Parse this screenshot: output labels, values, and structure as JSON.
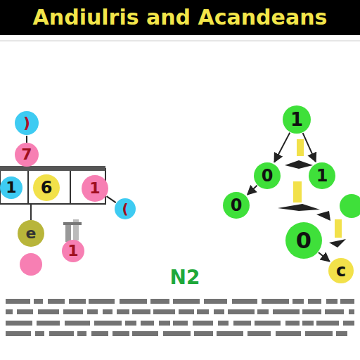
{
  "diagram": {
    "title": "Andiulris and Acandeans",
    "nodes": [
      {
        "text": [
          ")"
        ]
      },
      {
        "text": [
          "1"
        ]
      },
      {
        "text": [
          "7"
        ]
      },
      {
        "text": [
          "0"
        ]
      },
      {
        "text": [
          "1"
        ]
      },
      {
        "text": [
          "1"
        ]
      },
      {
        "text": [
          "6"
        ]
      },
      {
        "text": [
          "1"
        ]
      },
      {
        "text": [
          "0"
        ]
      },
      {
        "text": [
          "("
        ]
      },
      {
        "text": [
          "e"
        ]
      },
      {
        "text": [
          "0"
        ]
      },
      {
        "text": [
          "1"
        ]
      },
      {
        "text": [
          "c"
        ]
      }
    ],
    "edges": [
      {
        "from": 0,
        "to": 2,
        "arrow": "none"
      },
      {
        "from": 7,
        "to": 9,
        "arrow": "none"
      },
      {
        "from": 1,
        "to": 3,
        "arrow": "to"
      },
      {
        "from": 1,
        "to": 4,
        "arrow": "to"
      },
      {
        "from": 3,
        "to": 8,
        "arrow": "to"
      },
      {
        "from": 11,
        "to": 13,
        "arrow": "to"
      }
    ],
    "labels": [
      "N2"
    ]
  }
}
